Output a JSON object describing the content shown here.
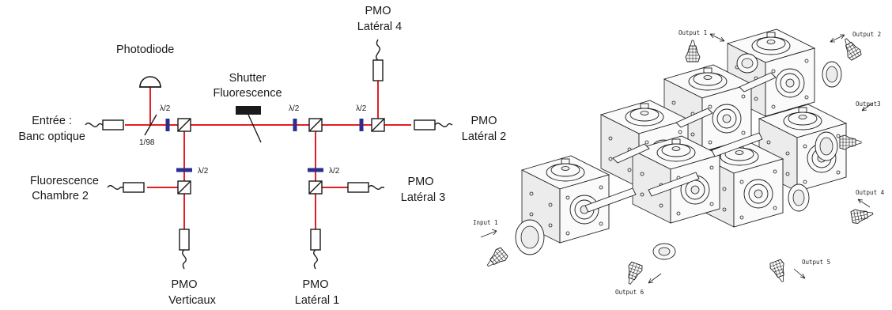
{
  "schematic": {
    "entree": [
      "Entrée :",
      "Banc optique"
    ],
    "photodiode": "Photodiode",
    "split_ratio": "1/98",
    "shutter": [
      "Shutter",
      "Fluorescence"
    ],
    "half_wave": "λ/2",
    "fluorescence_chambre": [
      "Fluorescence",
      "Chambre 2"
    ],
    "pmo_verticaux": [
      "PMO",
      "Verticaux"
    ],
    "pmo_lateral_1": [
      "PMO",
      "Latéral 1"
    ],
    "pmo_lateral_2": [
      "PMO",
      "Latéral 2"
    ],
    "pmo_lateral_3": [
      "PMO",
      "Latéral 3"
    ],
    "pmo_lateral_4": [
      "PMO",
      "Latéral 4"
    ]
  },
  "assembly": {
    "input_1": "Input 1",
    "output_1": "Output 1",
    "output_2": "Output 2",
    "output_3": "Output3",
    "output_4": "Output 4",
    "output_5": "Output 5",
    "output_6": "Output 6"
  },
  "colors": {
    "beam": "#e41e25",
    "waveplate": "#2b2e8c",
    "ink": "#1a1a1a"
  }
}
